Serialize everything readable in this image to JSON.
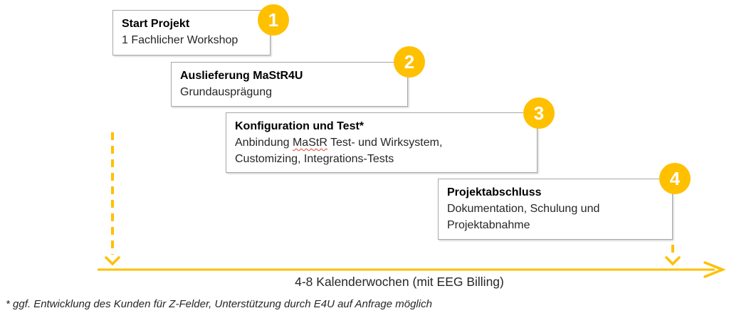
{
  "colors": {
    "accent_gold": "#FFC000",
    "box_border_gray": "#A8A8A8",
    "text": "#262626",
    "spellcheck_red": "#E8432E"
  },
  "milestones": [
    {
      "number": "1",
      "title": "Start Projekt",
      "line1": "1 Fachlicher Workshop"
    },
    {
      "number": "2",
      "title": "Auslieferung MaStR4U",
      "line1": "Grundausprägung"
    },
    {
      "number": "3",
      "title": "Konfiguration und Test*",
      "line1_prefix": "Anbindung ",
      "line1_word": "MaStR",
      "line1_suffix": " Test- und Wirksystem,",
      "line2": "Customizing, Integrations-Tests"
    },
    {
      "number": "4",
      "title": "Projektabschluss",
      "line1": "Dokumentation, Schulung und",
      "line2": "Projektabnahme"
    }
  ],
  "timeline": {
    "label": "4-8 Kalenderwochen (mit EEG Billing)"
  },
  "footnote": "* ggf. Entwicklung des Kunden für Z-Felder, Unterstützung durch E4U auf Anfrage möglich"
}
